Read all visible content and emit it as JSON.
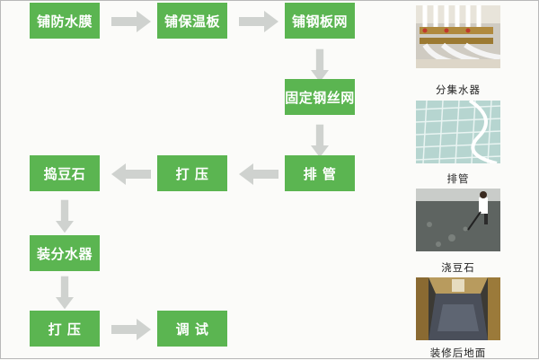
{
  "flow": {
    "steps": {
      "waterproof": "铺防水膜",
      "insulation": "铺保温板",
      "steel_mesh": "铺钢板网",
      "fix_wire": "固定钢丝网",
      "piping": "排  管",
      "pressure_test_1": "打  压",
      "pea_gravel": "捣豆石",
      "manifold": "装分水器",
      "pressure_test_2": "打  压",
      "commissioning": "调  试"
    }
  },
  "photos": {
    "captions": [
      "分集水器",
      "排管",
      "浇豆石",
      "装修后地面"
    ]
  },
  "colors": {
    "step_fill": "#5bb551",
    "arrow": "#cfd2cf",
    "text": "#ffffff"
  }
}
